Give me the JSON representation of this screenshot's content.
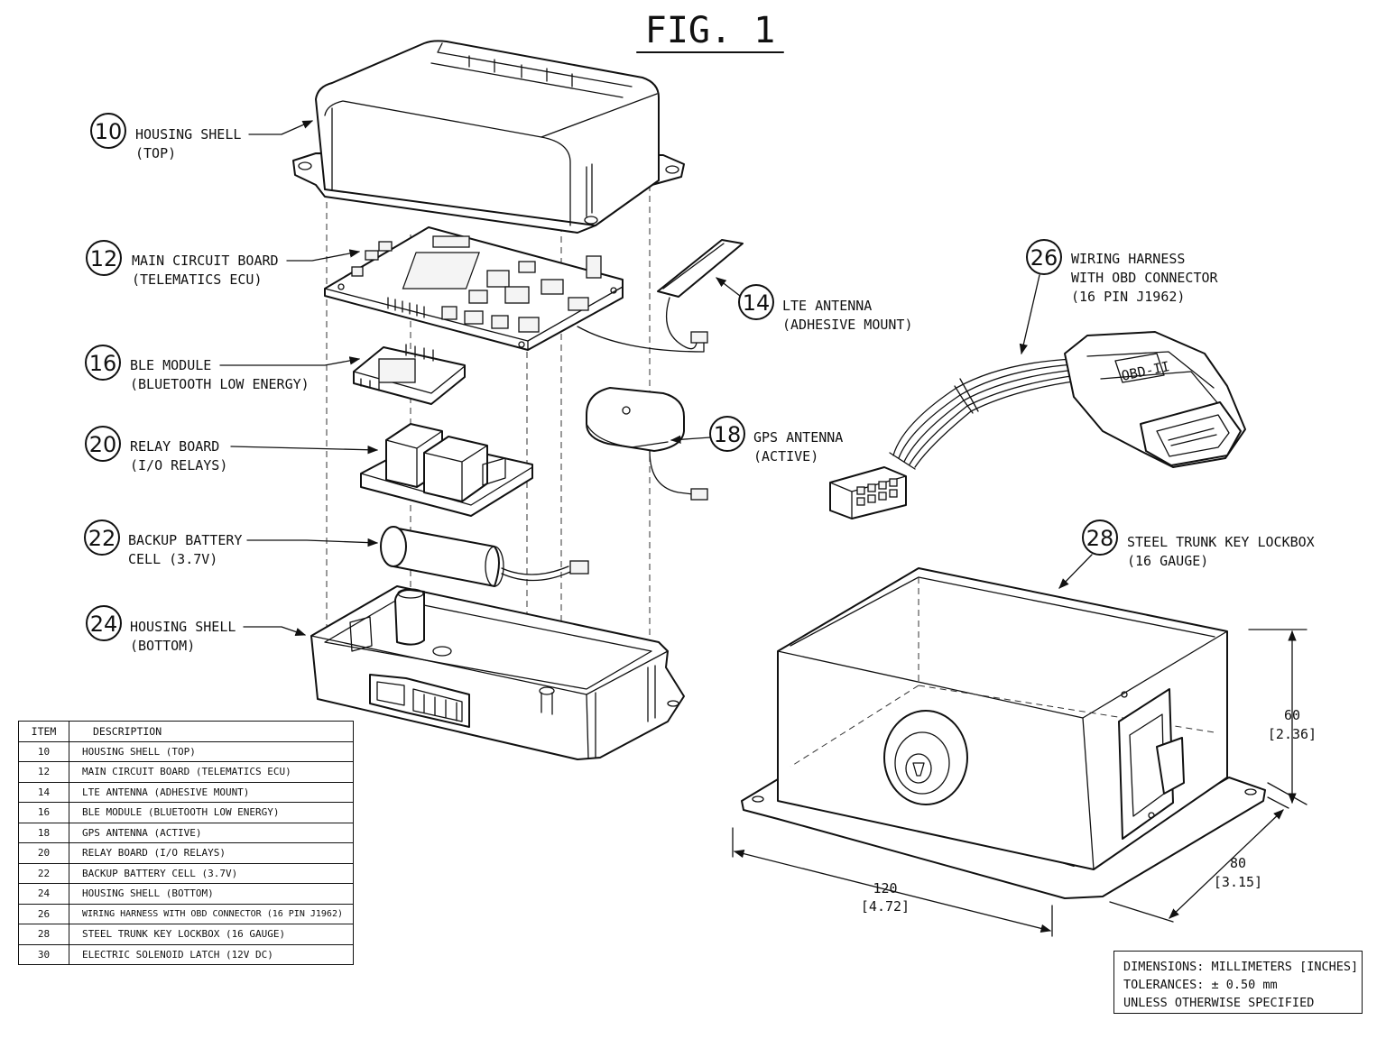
{
  "figure": {
    "title": "FIG. 1"
  },
  "callouts": [
    {
      "number": "10",
      "line1": "HOUSING SHELL",
      "line2": "(TOP)"
    },
    {
      "number": "12",
      "line1": "MAIN CIRCUIT BOARD",
      "line2": "(TELEMATICS ECU)"
    },
    {
      "number": "14",
      "line1": "LTE ANTENNA",
      "line2": "(ADHESIVE MOUNT)"
    },
    {
      "number": "16",
      "line1": "BLE MODULE",
      "line2": "(BLUETOOTH LOW ENERGY)"
    },
    {
      "number": "18",
      "line1": "GPS ANTENNA",
      "line2": "(ACTIVE)"
    },
    {
      "number": "20",
      "line1": "RELAY BOARD",
      "line2": "(I/O RELAYS)"
    },
    {
      "number": "22",
      "line1": "BACKUP BATTERY",
      "line2": "CELL (3.7V)"
    },
    {
      "number": "24",
      "line1": "HOUSING SHELL",
      "line2": "(BOTTOM)"
    },
    {
      "number": "26",
      "line1": "WIRING HARNESS",
      "line2": "WITH OBD CONNECTOR",
      "line3": "(16 PIN J1962)"
    },
    {
      "number": "28",
      "line1": "STEEL TRUNK KEY LOCKBOX",
      "line2": "(16 GAUGE)"
    }
  ],
  "connector_label": "OBD-II",
  "dimensions": {
    "width": {
      "mm": "120",
      "in": "[4.72]"
    },
    "depth": {
      "mm": "80",
      "in": "[3.15]"
    },
    "height": {
      "mm": "60",
      "in": "[2.36]"
    }
  },
  "parts_table": {
    "headers": [
      "ITEM",
      "DESCRIPTION"
    ],
    "rows": [
      {
        "item": "10",
        "description": "HOUSING SHELL (TOP)"
      },
      {
        "item": "12",
        "description": "MAIN CIRCUIT BOARD (TELEMATICS ECU)"
      },
      {
        "item": "14",
        "description": "LTE ANTENNA (ADHESIVE MOUNT)"
      },
      {
        "item": "16",
        "description": "BLE MODULE (BLUETOOTH LOW ENERGY)"
      },
      {
        "item": "18",
        "description": "GPS ANTENNA (ACTIVE)"
      },
      {
        "item": "20",
        "description": "RELAY BOARD (I/O RELAYS)"
      },
      {
        "item": "22",
        "description": "BACKUP BATTERY CELL (3.7V)"
      },
      {
        "item": "24",
        "description": "HOUSING SHELL (BOTTOM)"
      },
      {
        "item": "26",
        "description": "WIRING HARNESS WITH OBD CONNECTOR (16 PIN J1962)"
      },
      {
        "item": "28",
        "description": "STEEL TRUNK KEY LOCKBOX (16 GAUGE)"
      },
      {
        "item": "30",
        "description": "ELECTRIC SOLENOID LATCH (12V DC)"
      }
    ]
  },
  "notes": [
    "DIMENSIONS: MILLIMETERS [INCHES]",
    "TOLERANCES: ± 0.50 mm",
    "UNLESS OTHERWISE SPECIFIED"
  ]
}
